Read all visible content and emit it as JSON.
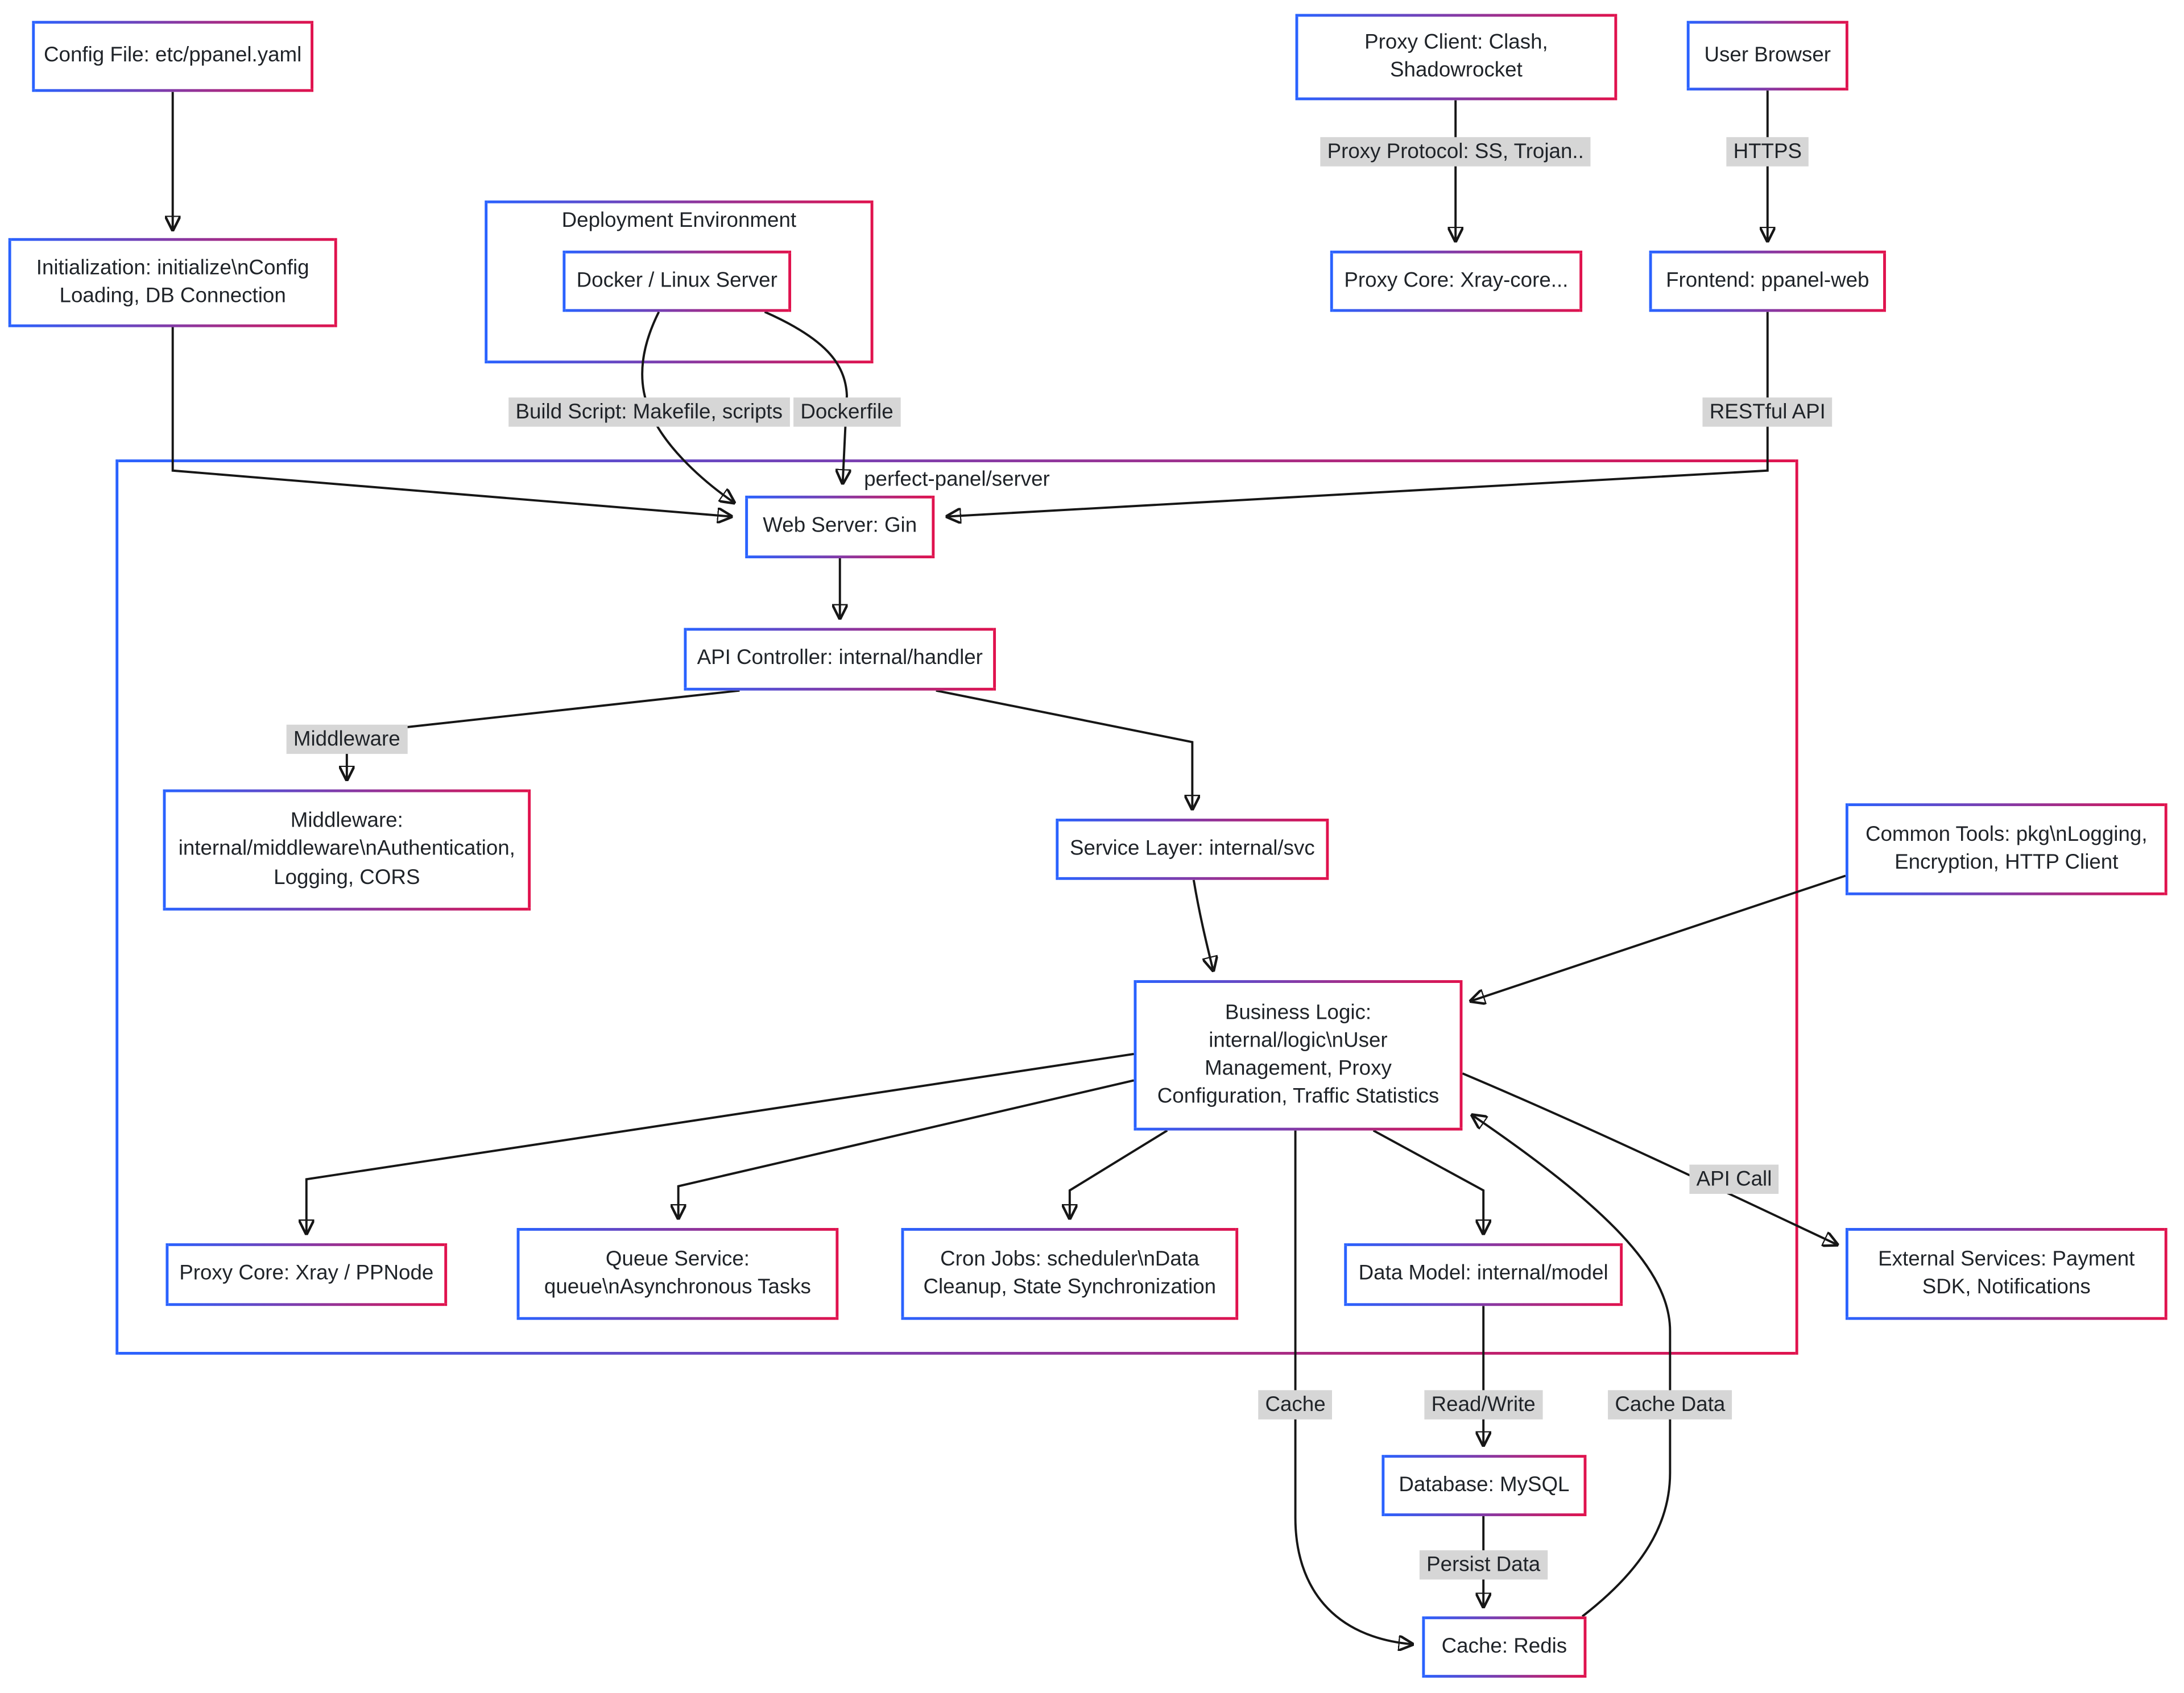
{
  "diagram": {
    "containers": {
      "deployment": {
        "label": "Deployment Environment"
      },
      "server": {
        "label": "perfect-panel/server"
      }
    },
    "nodes": {
      "config_file": {
        "label": "Config File: etc/ppanel.yaml"
      },
      "initialization": {
        "label": "Initialization: initialize\\nConfig Loading, DB Connection"
      },
      "docker": {
        "label": "Docker / Linux Server"
      },
      "proxy_client": {
        "label": "Proxy Client: Clash, Shadowrocket"
      },
      "user_browser": {
        "label": "User Browser"
      },
      "proxy_core_xray": {
        "label": "Proxy Core: Xray-core..."
      },
      "frontend": {
        "label": "Frontend: ppanel-web"
      },
      "web_server": {
        "label": "Web Server: Gin"
      },
      "api_controller": {
        "label": "API Controller: internal/handler"
      },
      "middleware": {
        "label": "Middleware: internal/middleware\\nAuthentication, Logging, CORS"
      },
      "service_layer": {
        "label": "Service Layer: internal/svc"
      },
      "common_tools": {
        "label": "Common Tools: pkg\\nLogging, Encryption, HTTP Client"
      },
      "business_logic": {
        "label": "Business Logic: internal/logic\\nUser Management, Proxy Configuration, Traffic Statistics"
      },
      "proxy_core_node": {
        "label": "Proxy Core: Xray / PPNode"
      },
      "queue_service": {
        "label": "Queue Service: queue\\nAsynchronous Tasks"
      },
      "cron_jobs": {
        "label": "Cron Jobs: scheduler\\nData Cleanup, State Synchronization"
      },
      "data_model": {
        "label": "Data Model: internal/model"
      },
      "external_services": {
        "label": "External Services: Payment SDK, Notifications"
      },
      "database_mysql": {
        "label": "Database: MySQL"
      },
      "cache_redis": {
        "label": "Cache: Redis"
      }
    },
    "edges": [
      {
        "from": "config_file",
        "to": "initialization",
        "label": ""
      },
      {
        "from": "initialization",
        "to": "web_server",
        "label": ""
      },
      {
        "from": "docker",
        "to": "web_server",
        "label": "Build Script: Makefile, scripts"
      },
      {
        "from": "docker",
        "to": "web_server",
        "label": "Dockerfile"
      },
      {
        "from": "proxy_client",
        "to": "proxy_core_xray",
        "label": "Proxy Protocol: SS, Trojan.."
      },
      {
        "from": "user_browser",
        "to": "frontend",
        "label": "HTTPS"
      },
      {
        "from": "frontend",
        "to": "web_server",
        "label": "RESTful API"
      },
      {
        "from": "web_server",
        "to": "api_controller",
        "label": ""
      },
      {
        "from": "api_controller",
        "to": "middleware",
        "label": "Middleware"
      },
      {
        "from": "api_controller",
        "to": "service_layer",
        "label": ""
      },
      {
        "from": "service_layer",
        "to": "business_logic",
        "label": ""
      },
      {
        "from": "common_tools",
        "to": "business_logic",
        "label": ""
      },
      {
        "from": "business_logic",
        "to": "proxy_core_node",
        "label": ""
      },
      {
        "from": "business_logic",
        "to": "queue_service",
        "label": ""
      },
      {
        "from": "business_logic",
        "to": "cron_jobs",
        "label": ""
      },
      {
        "from": "business_logic",
        "to": "data_model",
        "label": ""
      },
      {
        "from": "business_logic",
        "to": "cache_redis",
        "label": "Cache"
      },
      {
        "from": "data_model",
        "to": "database_mysql",
        "label": "Read/Write"
      },
      {
        "from": "database_mysql",
        "to": "cache_redis",
        "label": "Persist Data"
      },
      {
        "from": "cache_redis",
        "to": "business_logic",
        "label": "Cache Data"
      },
      {
        "from": "business_logic",
        "to": "external_services",
        "label": "API Call"
      }
    ],
    "colors": {
      "border_gradient_start": "#2962ff",
      "border_gradient_end": "#e0124d",
      "edge_stroke": "#161616",
      "edge_label_bg": "#d6d6d6",
      "node_bg": "#ffffff",
      "text": "#1f2328"
    }
  }
}
